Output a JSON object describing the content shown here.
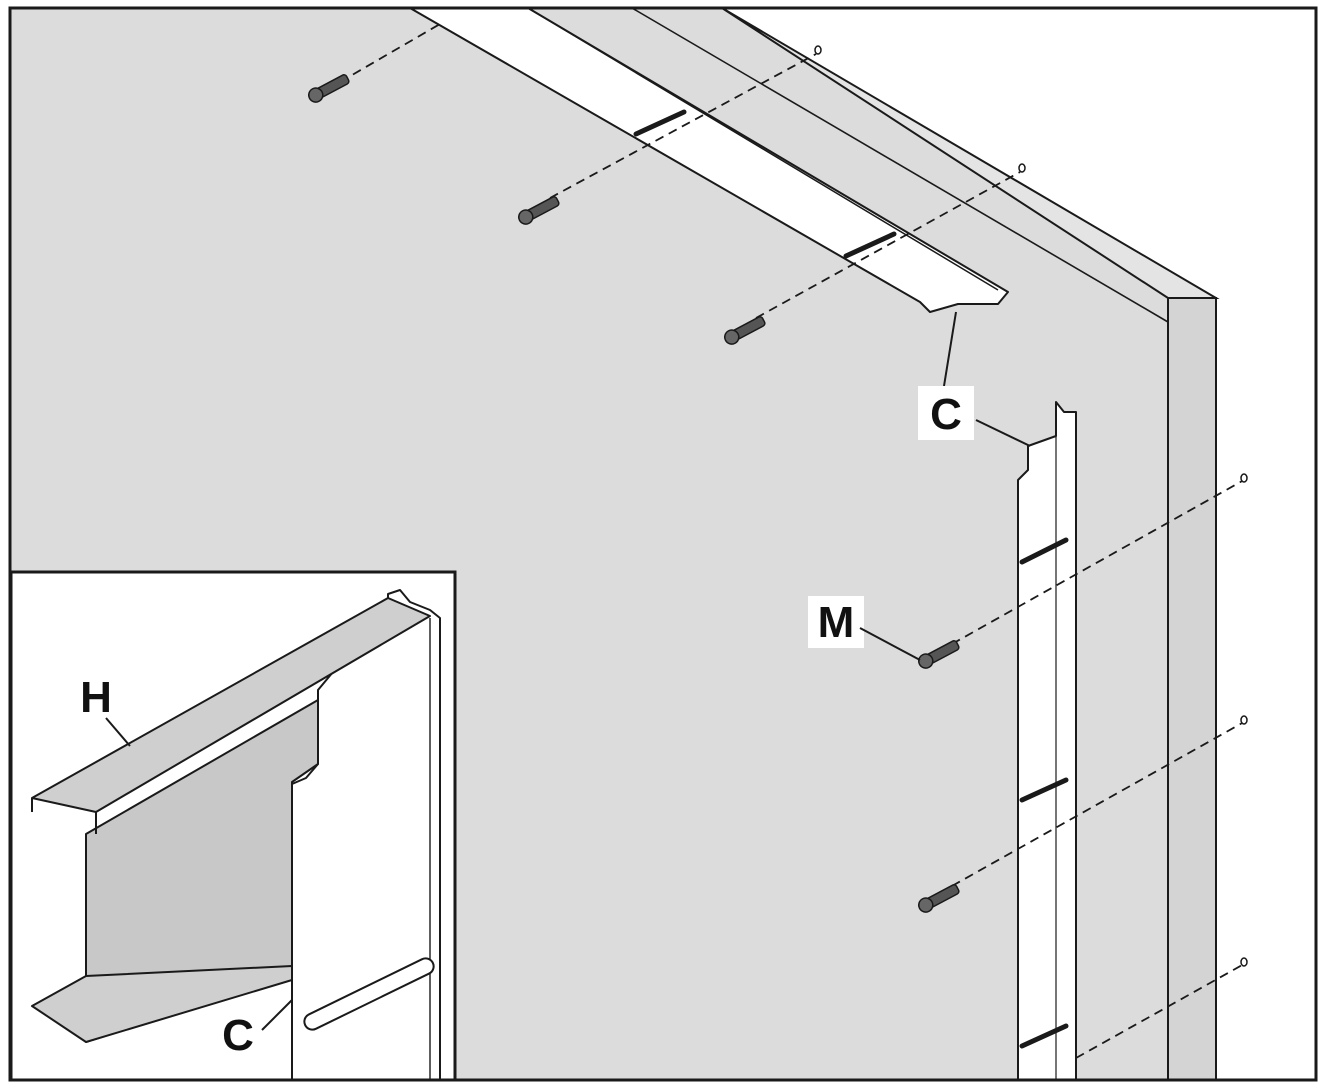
{
  "labels": {
    "top_rail": "C",
    "vertical_rail": "C",
    "screw": "M",
    "detail_hanger": "H",
    "detail_rail": "C"
  },
  "colors": {
    "panel": "#dcdcdc",
    "panel_edge": "#d2d2d2",
    "rail": "#ffffff",
    "line": "#1a1a1a",
    "hanger": "#cfcfcf"
  }
}
